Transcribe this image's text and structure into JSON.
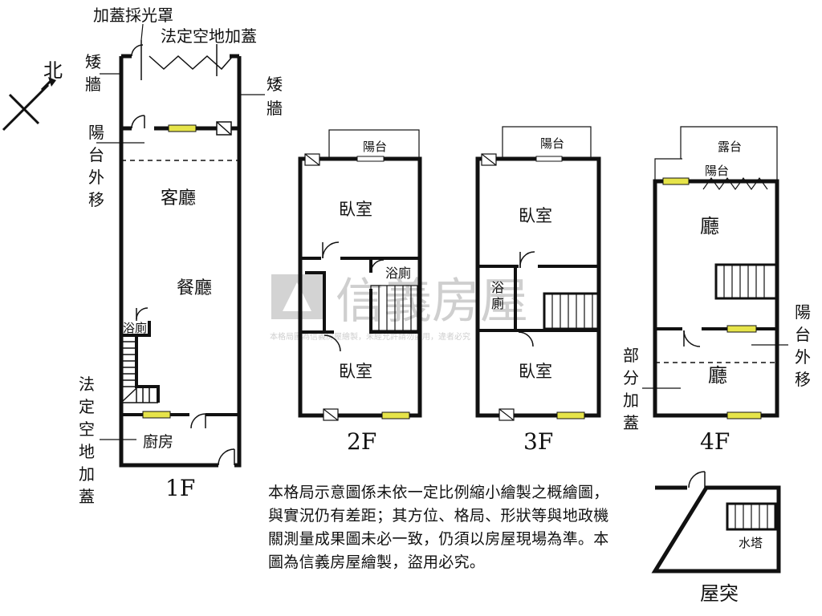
{
  "compass": {
    "north": "北"
  },
  "floors": {
    "f1": {
      "name": "1F",
      "labels": {
        "skylight": "加蓋採光罩",
        "vacant_top": "法定空地加蓋",
        "low_wall_left": [
          "矮",
          "牆"
        ],
        "low_wall_right": [
          "矮",
          "牆"
        ],
        "balcony_moved": [
          "陽",
          "台",
          "外",
          "移"
        ],
        "living": "客廳",
        "dining": "餐廳",
        "bath": "浴廁",
        "vacant_bottom": [
          "法",
          "定",
          "空",
          "地",
          "加",
          "蓋"
        ],
        "kitchen": "廚房"
      }
    },
    "f2": {
      "name": "2F",
      "labels": {
        "balcony": "陽台",
        "bedroom_top": "臥室",
        "bath": "浴廁",
        "bedroom_bottom": "臥室"
      }
    },
    "f3": {
      "name": "3F",
      "labels": {
        "balcony": "陽台",
        "bedroom_top": "臥室",
        "bath": [
          "浴",
          "廁"
        ],
        "bedroom_bottom": "臥室"
      }
    },
    "f4": {
      "name": "4F",
      "labels": {
        "terrace": "露台",
        "balcony": "陽台",
        "hall_top": "廳",
        "hall_bottom": "廳",
        "balcony_moved": [
          "陽",
          "台",
          "外",
          "移"
        ],
        "partial_addition": [
          "部",
          "分",
          "加",
          "蓋"
        ]
      }
    },
    "roof": {
      "name": "屋突",
      "labels": {
        "water_tower": "水塔"
      }
    }
  },
  "watermark": {
    "brand": "信義房屋",
    "notice": "本格局圖為信義房屋繪製，未經允許請勿盜用，違者必究"
  },
  "disclaimer": "本格局示意圖係未依一定比例縮小繪製之概繪圖，與實況仍有差距；其方位、格局、形狀等與地政機關測量成果圖未必一致，仍須以房屋現場為準。本圖為信義房屋繪製，盜用必究。"
}
